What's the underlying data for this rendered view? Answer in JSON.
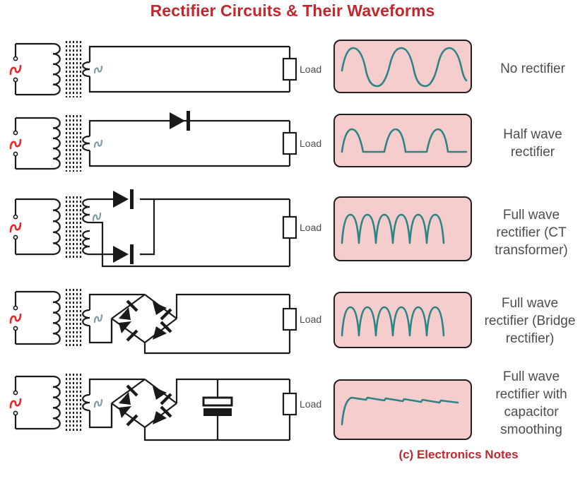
{
  "title": "Rectifier Circuits & Their Waveforms",
  "credit": "(c) Electronics Notes",
  "colors": {
    "title_red": "#c1272d",
    "waveform_teal": "#2c8484",
    "scope_background": "#f6cdcd",
    "scope_border": "#231f20",
    "label_gray": "#4d4d4d",
    "ac_source_red": "#e8282c",
    "wire_black": "#1a1a1a"
  },
  "common": {
    "load_label": "Load",
    "ac_source_icon": "ac-sine-icon",
    "secondary_icon": "ac-sine-icon"
  },
  "rows": [
    {
      "id": "no-rectifier",
      "circuit": "transformer-only",
      "label": "No rectifier",
      "label_lines": [
        "No rectifier"
      ],
      "waveform": "full-sine",
      "load_label": "Load",
      "diode_count": 0,
      "capacitor": false
    },
    {
      "id": "half-wave",
      "circuit": "single-diode",
      "label": "Half wave rectifier",
      "label_lines": [
        "Half wave",
        "rectifier"
      ],
      "waveform": "half-wave",
      "load_label": "Load",
      "diode_count": 1,
      "capacitor": false
    },
    {
      "id": "full-wave-ct",
      "circuit": "center-tapped-two-diode",
      "label": "Full wave rectifier (CT transformer)",
      "label_lines": [
        "Full wave",
        "rectifier (CT",
        "transformer)"
      ],
      "waveform": "full-wave",
      "load_label": "Load",
      "diode_count": 2,
      "capacitor": false
    },
    {
      "id": "full-wave-bridge",
      "circuit": "bridge",
      "label": "Full wave rectifier (Bridge rectifier)",
      "label_lines": [
        "Full wave",
        "rectifier (Bridge",
        "rectifier)"
      ],
      "waveform": "full-wave",
      "load_label": "Load",
      "diode_count": 4,
      "capacitor": false
    },
    {
      "id": "full-wave-smoothed",
      "circuit": "bridge-with-capacitor",
      "label": "Full wave rectifier with capacitor smoothing",
      "label_lines": [
        "Full wave",
        "rectifier with",
        "capacitor",
        "smoothing"
      ],
      "waveform": "smoothed",
      "load_label": "Load",
      "diode_count": 4,
      "capacitor": true
    }
  ],
  "chart_data": {
    "type": "line",
    "title": "Rectifier output waveforms",
    "xlabel": "",
    "ylabel": "",
    "ylim": [
      -1,
      1
    ],
    "grid": false,
    "legend": "right",
    "series": [
      {
        "name": "No rectifier",
        "description": "Unrectified AC sine wave, 3 full cycles, symmetric about zero",
        "cycles": 3,
        "min": -1,
        "max": 1
      },
      {
        "name": "Half wave rectifier",
        "description": "Positive half cycles only, flat zero between humps, 3 humps",
        "cycles": 3,
        "min": 0,
        "max": 1
      },
      {
        "name": "Full wave rectifier (CT transformer)",
        "description": "All half cycles rectified positive, 6 humps touching zero",
        "cycles": 6,
        "min": 0,
        "max": 1
      },
      {
        "name": "Full wave rectifier (Bridge rectifier)",
        "description": "All half cycles rectified positive, 6 humps touching zero",
        "cycles": 6,
        "min": 0,
        "max": 1
      },
      {
        "name": "Full wave rectifier with capacitor smoothing",
        "description": "Rapid rise then near-constant DC level with small sawtooth ripple",
        "cycles": 6,
        "min": 0.78,
        "max": 0.95
      }
    ]
  }
}
